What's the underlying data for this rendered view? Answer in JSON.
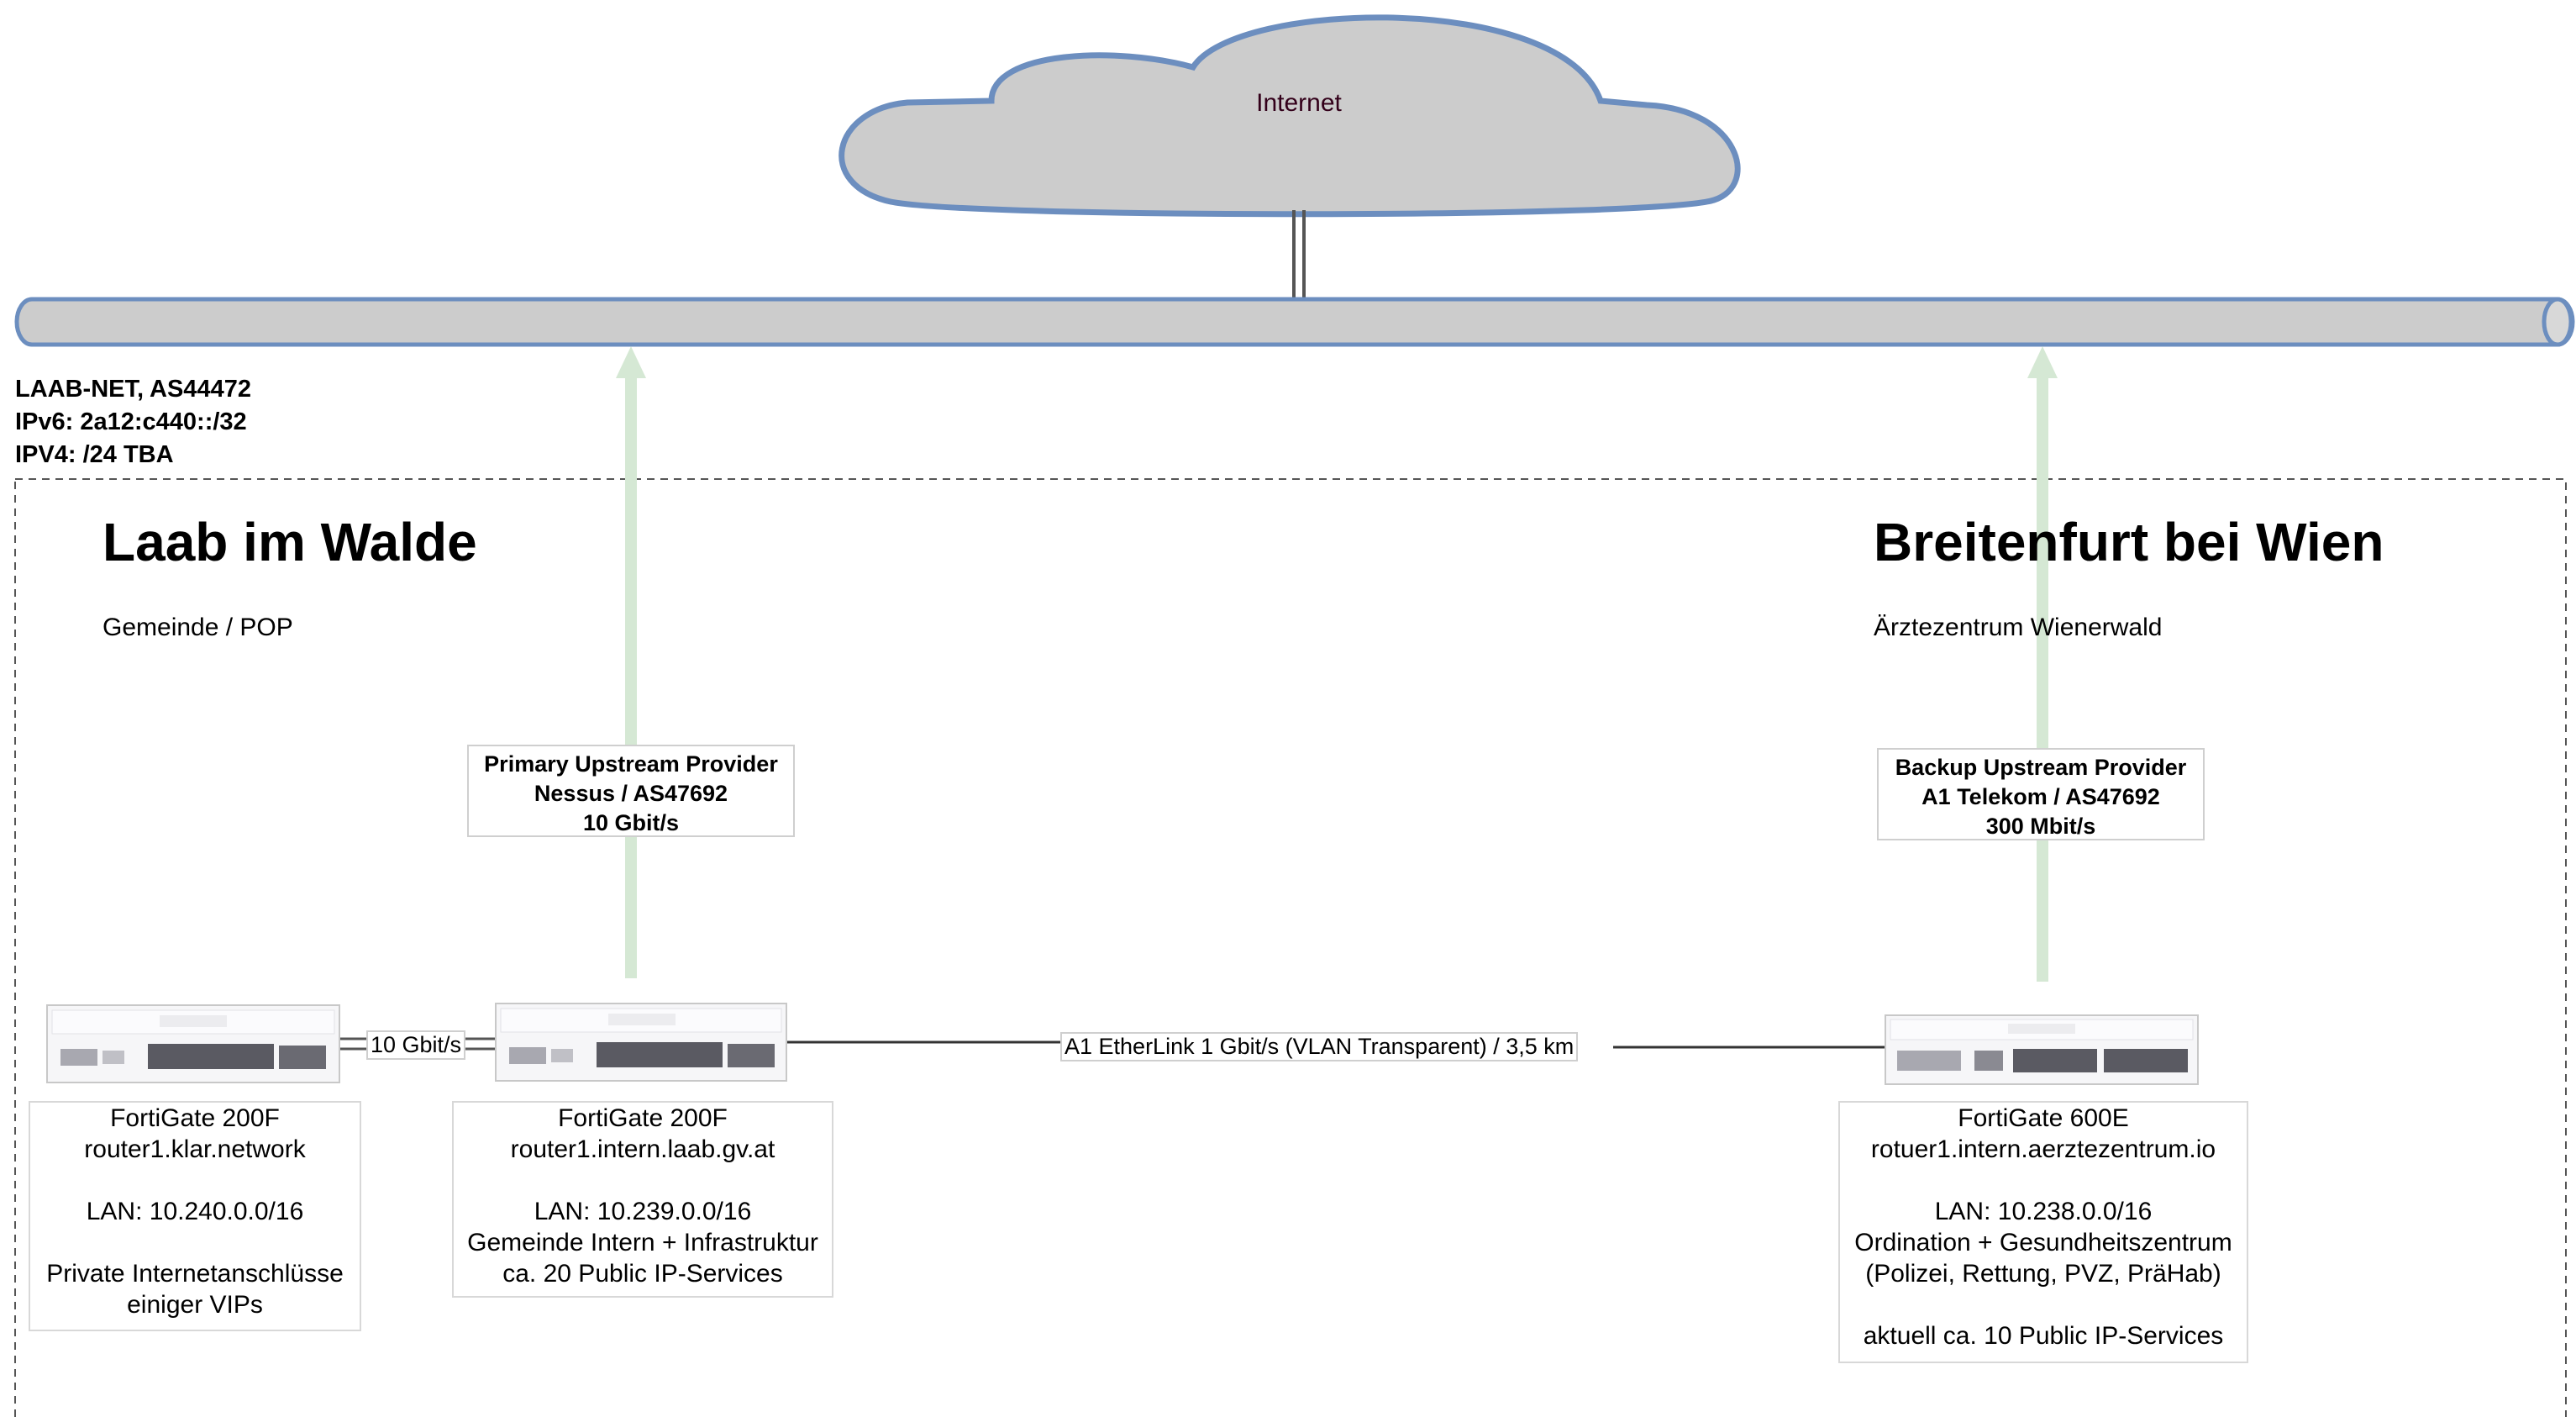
{
  "internet": {
    "label": "Internet"
  },
  "as_info": {
    "line1": "LAAB-NET, AS44472",
    "line2": "IPv6: 2a12:c440::/32",
    "line3": "IPV4: /24 TBA"
  },
  "sites": {
    "laab": {
      "title": "Laab im Walde",
      "subtitle": "Gemeinde / POP"
    },
    "breitenfurt": {
      "title": "Breitenfurt bei Wien",
      "subtitle": "Ärztezentrum Wienerwald"
    }
  },
  "upstreams": {
    "primary": {
      "line1": "Primary Upstream Provider",
      "line2": "Nessus / AS47692",
      "line3": "10 Gbit/s"
    },
    "backup": {
      "line1": "Backup Upstream Provider",
      "line2": "A1 Telekom / AS47692",
      "line3": "300 Mbit/s"
    }
  },
  "links": {
    "laab_internal": "10 Gbit/s",
    "etherlink": "A1 EtherLink 1 Gbit/s (VLAN Transparent) / 3,5 km"
  },
  "devices": {
    "klar": {
      "model": "FortiGate 200F",
      "hostname": "router1.klar.network",
      "lan": "LAN: 10.240.0.0/16",
      "desc1": "Private Internetanschlüsse",
      "desc2": "einiger VIPs"
    },
    "laab": {
      "model": "FortiGate 200F",
      "hostname": "router1.intern.laab.gv.at",
      "lan": "LAN: 10.239.0.0/16",
      "desc1": "Gemeinde Intern + Infrastruktur",
      "desc2": "ca. 20 Public IP-Services"
    },
    "aerzte": {
      "model": "FortiGate 600E",
      "hostname": "rotuer1.intern.aerztezentrum.io",
      "lan": "LAN: 10.238.0.0/16",
      "desc1": "Ordination + Gesundheitszentrum",
      "desc2": "(Polizei, Rettung, PVZ, PräHab)",
      "desc3": "aktuell ca. 10 Public IP-Services"
    }
  },
  "colors": {
    "cloud_fill": "#cccccc",
    "cloud_stroke": "#6c8ebf",
    "backbone_fill": "#cccccc",
    "backbone_stroke": "#6c8ebf",
    "uplink_arrow": "#d5e8d4",
    "domain_border": "#555555"
  }
}
